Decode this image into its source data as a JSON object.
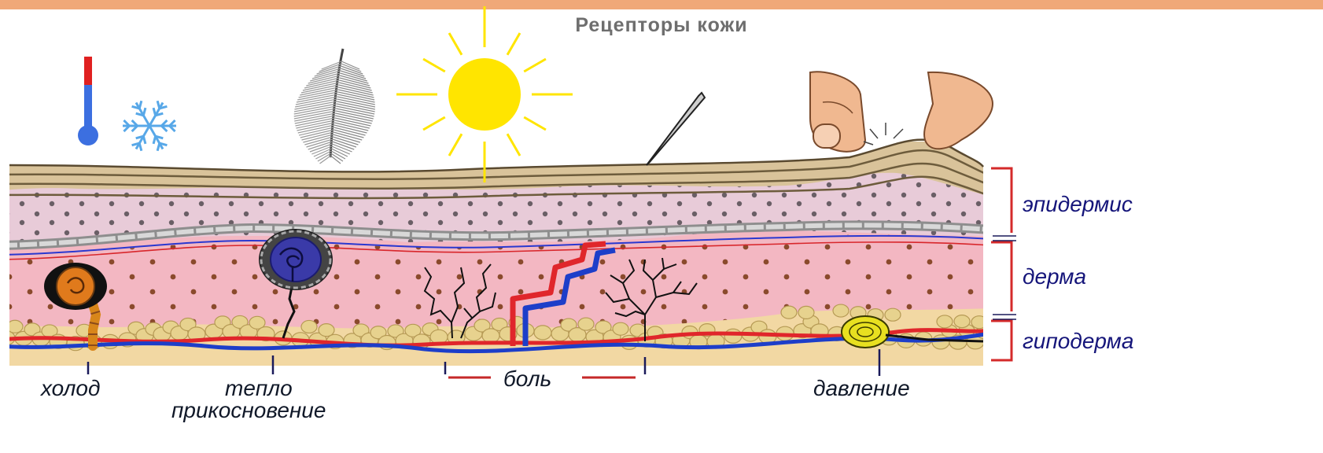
{
  "title": "Рецепторы кожи",
  "colors": {
    "top_bar": "#f0a878",
    "bracket": "#d42a2a",
    "epidermis": "#e8cbd8",
    "dermis": "#f3b7c2",
    "stratum": "#d9c39a",
    "fat": "#e7d28e",
    "artery": "#e0262b",
    "vein": "#1d3ec9",
    "sun": "#ffe500"
  },
  "layers": [
    {
      "label": "эпидермис"
    },
    {
      "label": "дерма"
    },
    {
      "label": "гиподерма"
    }
  ],
  "receptors": [
    {
      "label": "холод"
    },
    {
      "label": "тепло"
    },
    {
      "label": "прикосновение"
    },
    {
      "label": "боль"
    },
    {
      "label": "давление"
    }
  ],
  "icons": [
    "thermometer-icon",
    "snowflake-icon",
    "feather-icon",
    "sun-icon",
    "needle-icon",
    "finger-icon"
  ]
}
